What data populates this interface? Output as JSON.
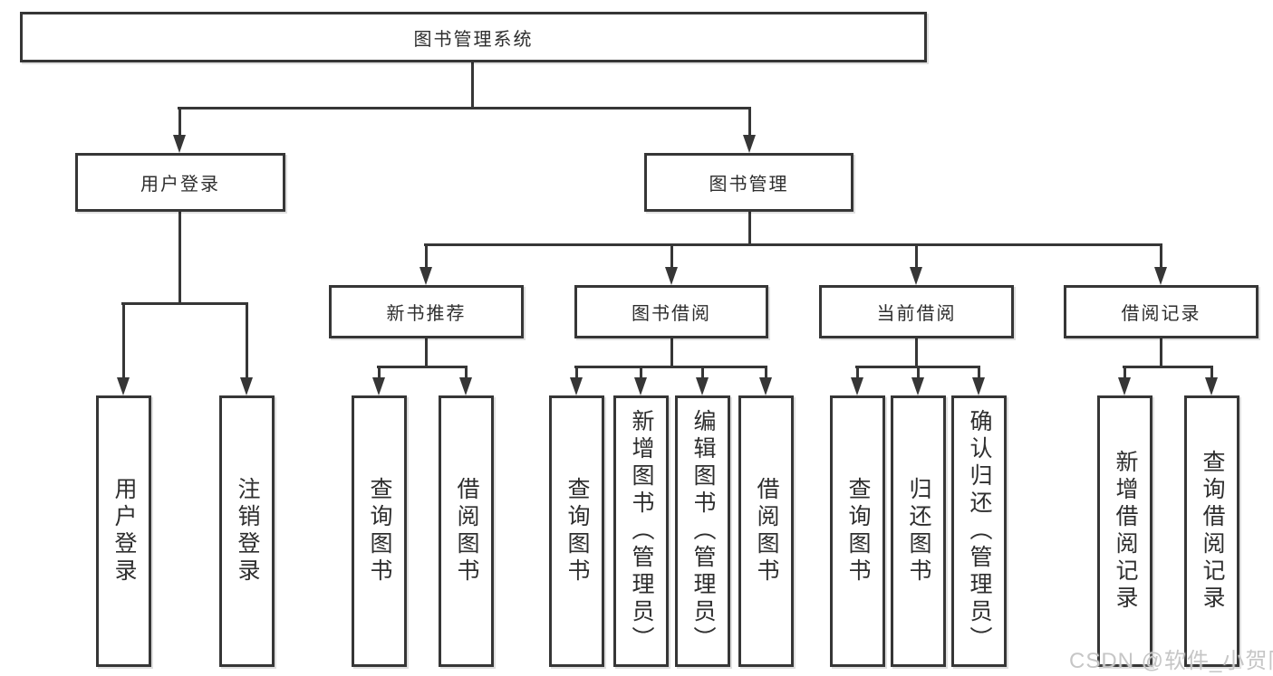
{
  "watermark": "CSDN @软件_小贺同学",
  "colors": {
    "line": "#363636",
    "text": "#2e2e2e",
    "background": "#ffffff",
    "watermark": "#c6c6c6"
  },
  "tree": {
    "label": "图书管理系统",
    "children": [
      {
        "label": "用户登录",
        "children": [
          {
            "label": "用户登录"
          },
          {
            "label": "注销登录"
          }
        ]
      },
      {
        "label": "图书管理",
        "children": [
          {
            "label": "新书推荐",
            "children": [
              {
                "label": "查询图书"
              },
              {
                "label": "借阅图书"
              }
            ]
          },
          {
            "label": "图书借阅",
            "children": [
              {
                "label": "查询图书"
              },
              {
                "label": "新增图书（管理员）"
              },
              {
                "label": "编辑图书（管理员）"
              },
              {
                "label": "借阅图书"
              }
            ]
          },
          {
            "label": "当前借阅",
            "children": [
              {
                "label": "查询图书"
              },
              {
                "label": "归还图书"
              },
              {
                "label": "确认归还（管理员）"
              }
            ]
          },
          {
            "label": "借阅记录",
            "children": [
              {
                "label": "新增借阅记录"
              },
              {
                "label": "查询借阅记录"
              }
            ]
          }
        ]
      }
    ]
  }
}
